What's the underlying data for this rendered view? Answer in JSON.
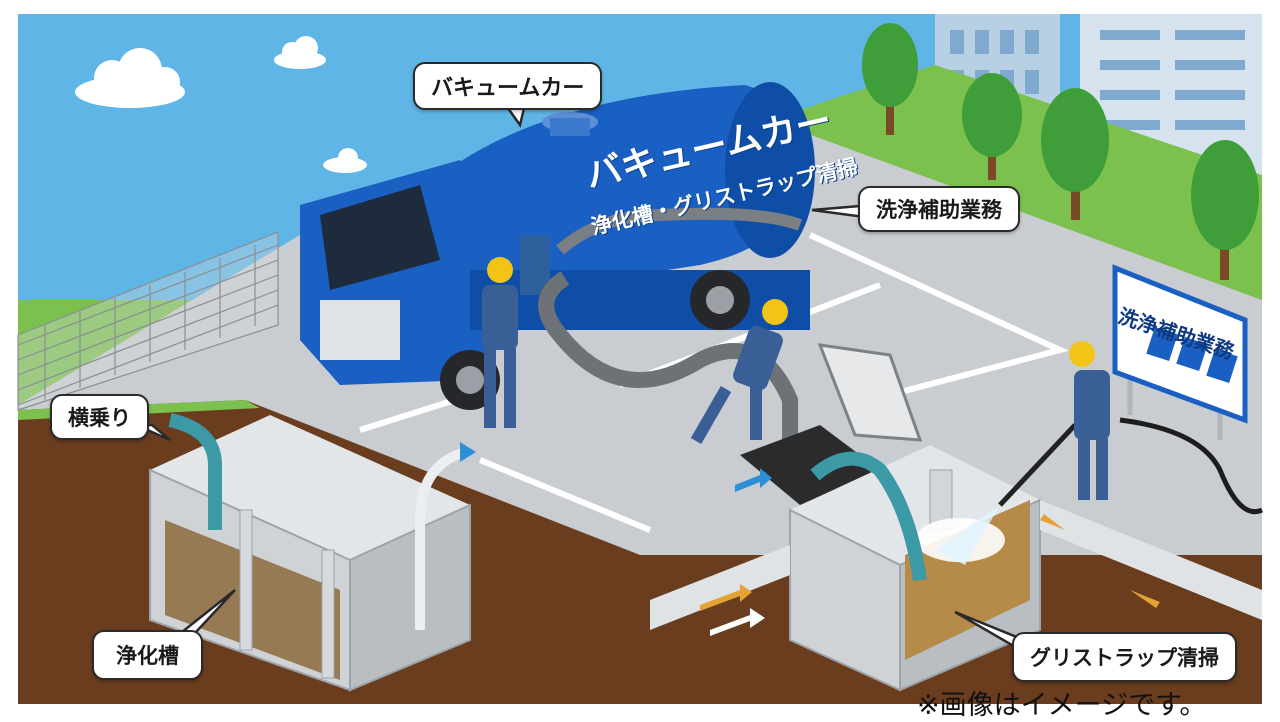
{
  "labels": {
    "vacuum_car": "バキュームカー",
    "washing_support": "洗浄補助業務",
    "side_ride": "横乗り",
    "septic_tank": "浄化槽",
    "grease_trap_cleaning": "グリストラップ清掃"
  },
  "truck": {
    "title": "バキュームカー",
    "subtitle": "浄化槽・グリストラップ清掃"
  },
  "sign": {
    "title": "洗浄補助業務"
  },
  "disclaimer": "※画像はイメージです。",
  "colors": {
    "sky": "#5fb6e6",
    "truck_blue": "#1a5fc2",
    "asphalt": "#c9ccd0",
    "grass": "#7cc04e",
    "soil": "#6b3d1f",
    "concrete": "#cfd3d6",
    "worker_uniform": "#3a5f97",
    "helmet": "#f2c418"
  }
}
